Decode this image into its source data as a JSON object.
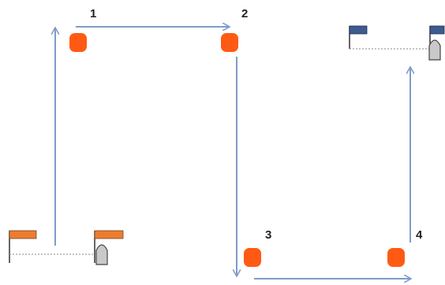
{
  "colors": {
    "arrow": "#7f9cc6",
    "marker": "#ff5a14",
    "flag_start": "#f07a2e",
    "flag_end": "#3d5b8f",
    "gate_rope": "#9aa0a6",
    "boat": "#c9c9c9",
    "boat_outline": "#444444"
  },
  "steps": [
    {
      "label": "1"
    },
    {
      "label": "2"
    },
    {
      "label": "3"
    },
    {
      "label": "4"
    }
  ],
  "icons": {
    "marker": "orange-buoy-icon",
    "start_flag": "orange-flag-icon",
    "finish_flag": "blue-flag-icon",
    "boat": "boat-icon"
  }
}
